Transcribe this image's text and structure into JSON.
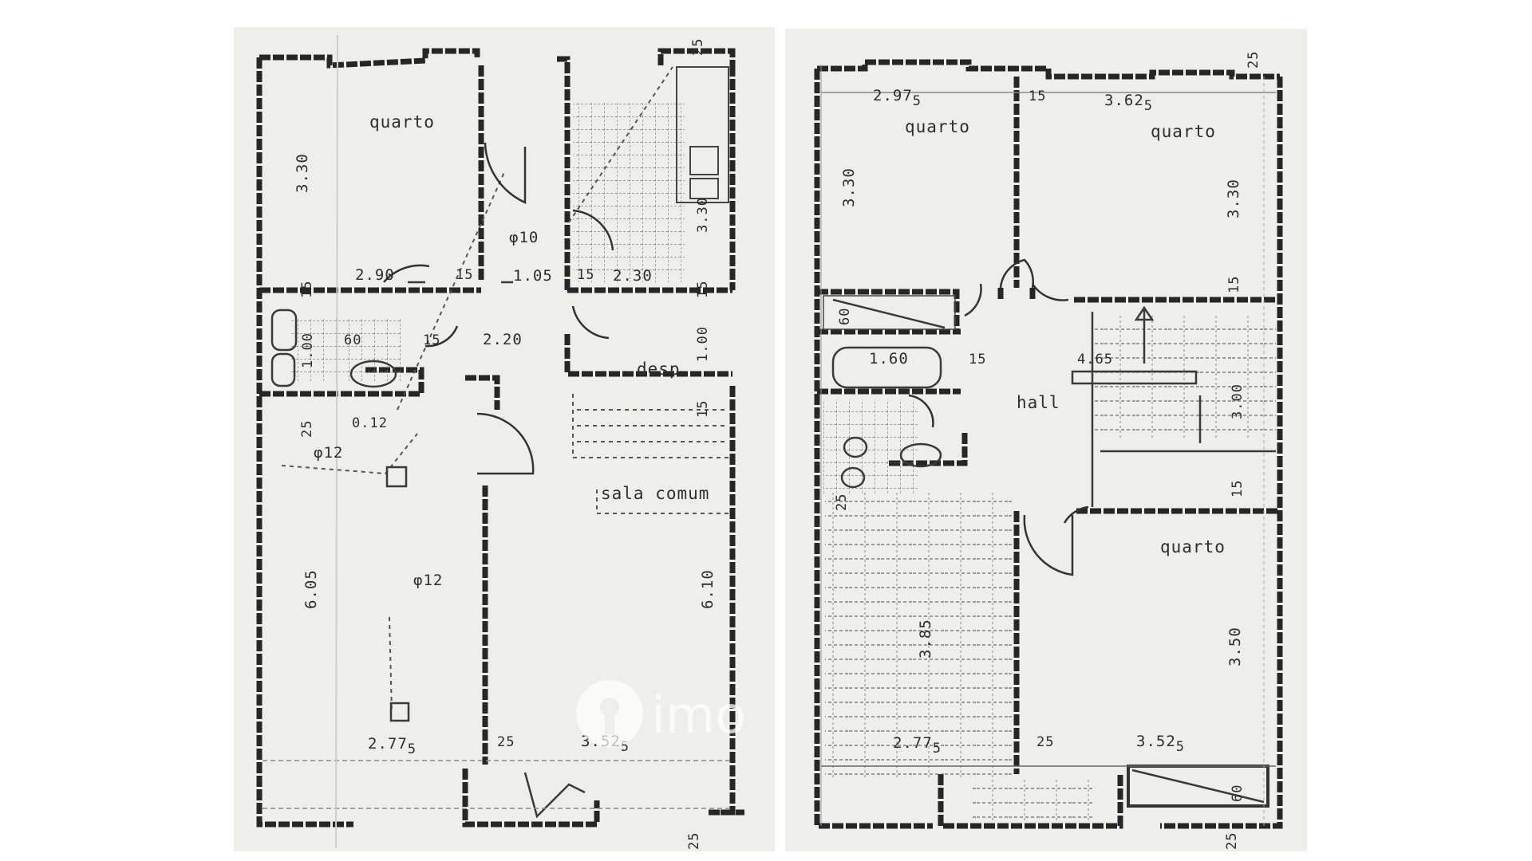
{
  "watermark": "imo",
  "plans": {
    "ground_floor": {
      "rooms": {
        "bedroom": "quarto",
        "storage": "desp",
        "living": "sala comum"
      },
      "dims": {
        "d_3_30_a": "3.30",
        "d_2_90": "2.90",
        "d_15_a": "15",
        "d_15_b": "15",
        "d_phi10": "φ10",
        "d_1_05": "1.05",
        "d_15_c": "15",
        "d_2_30": "2.30",
        "d_3_30_b": "3.30",
        "d_15_d": "15",
        "d_2_20": "2.20",
        "d_15_e": "15",
        "d_1_00_a": "1.00",
        "d_1_00_b": "1.00",
        "d_60": "60",
        "d_15_f": "15",
        "d_0_12": "0.12",
        "d_25_a": "25",
        "d_phi12_a": "φ12",
        "d_phi12_b": "φ12",
        "d_6_05": "6.05",
        "d_6_10": "6.10",
        "d_2_775": "2.77",
        "d_2_775_sub": "5",
        "d_25_b": "25",
        "d_3_525": "3.52",
        "d_3_525_sub": "5",
        "d_25_top": "25",
        "d_25_bottom": "25"
      }
    },
    "upper_floor": {
      "rooms": {
        "bedroom_1": "quarto",
        "bedroom_2": "quarto",
        "bedroom_3": "quarto",
        "hall": "hall"
      },
      "dims": {
        "d_2_975": "2.97",
        "d_2_975_sub": "5",
        "d_15_a": "15",
        "d_3_625": "3.62",
        "d_3_625_sub": "5",
        "d_25_top": "25",
        "d_3_30_a": "3.30",
        "d_3_30_b": "3.30",
        "d_15_b": "15",
        "d_60_a": "60",
        "d_1_60": "1.60",
        "d_15_c": "15",
        "d_4_65": "4.65",
        "d_3_00": "3.00",
        "d_15_d": "15",
        "d_25_a": "25",
        "d_3_85": "3.85",
        "d_3_50": "3.50",
        "d_2_775": "2.77",
        "d_2_775_sub": "5",
        "d_25_b": "25",
        "d_3_525": "3.52",
        "d_3_525_sub": "5",
        "d_60_b": "60",
        "d_25_bottom": "25"
      }
    }
  }
}
